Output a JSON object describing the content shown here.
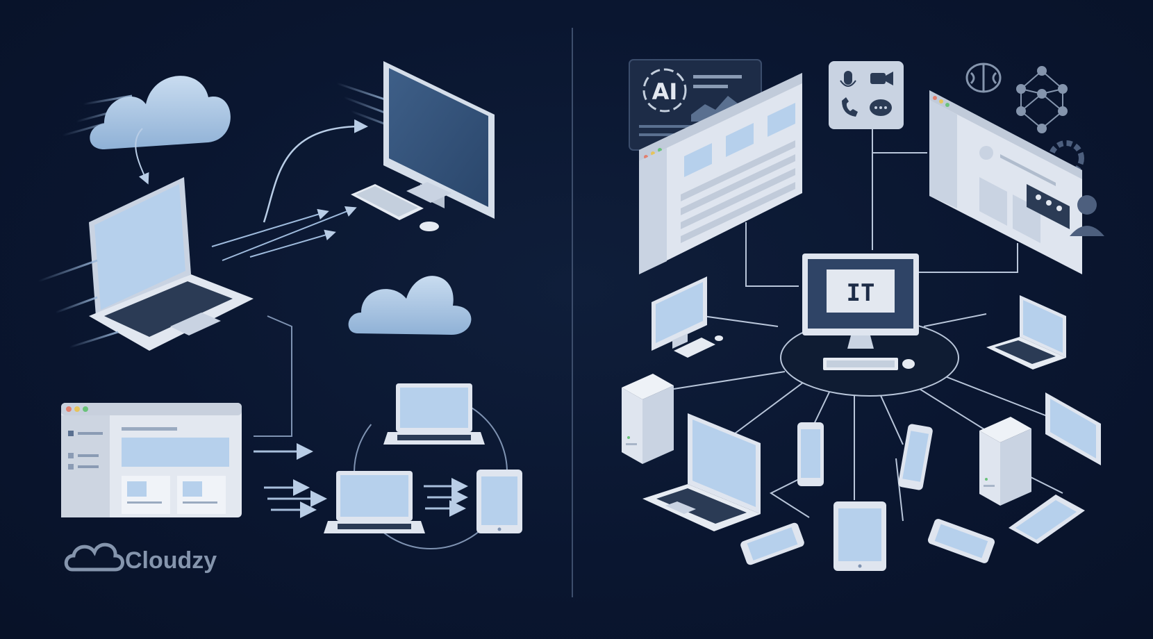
{
  "brand": {
    "name": "Cloudzy",
    "icon": "cloud-outline-icon"
  },
  "labels": {
    "ai": "AI",
    "it": "IT"
  },
  "colors": {
    "background": "#0a1630",
    "device_fill": "#dfe5ef",
    "screen": "#aec9e6",
    "line": "#b9c6da",
    "divider": "#4a5b7a"
  },
  "icons": {
    "left": [
      "cloud-icon",
      "laptop-icon",
      "desktop-monitor-icon",
      "keyboard-icon",
      "mouse-icon",
      "cloud-icon",
      "browser-window-icon",
      "laptop-icon",
      "laptop-icon",
      "tablet-icon"
    ],
    "right": [
      "ai-chip-icon",
      "browser-window-icon",
      "communication-panel-icon",
      "microphone-icon",
      "video-camera-icon",
      "phone-icon",
      "chat-bubble-icon",
      "brain-icon",
      "neural-network-icon",
      "gear-icon",
      "video-call-window-icon",
      "desktop-monitor-icon",
      "server-tower-icon",
      "laptop-icon",
      "smartphone-icon",
      "tablet-icon"
    ]
  }
}
